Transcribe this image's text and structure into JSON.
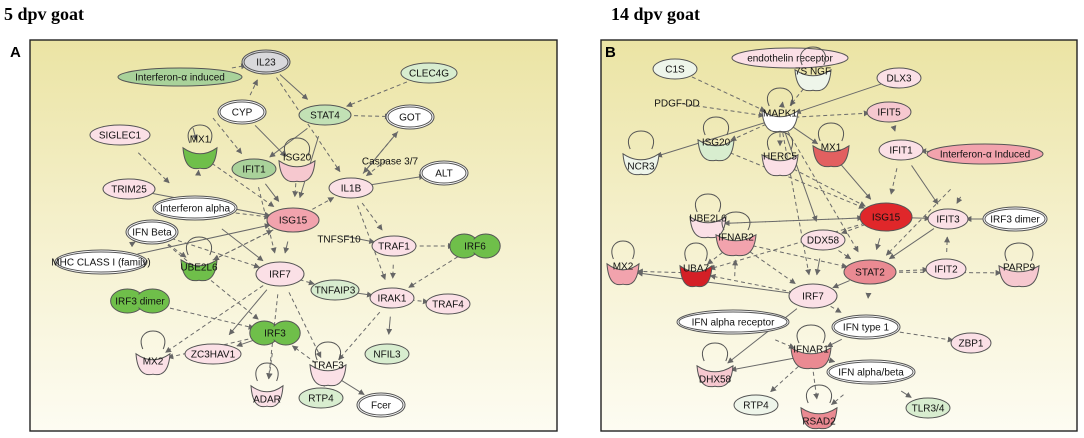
{
  "panel_a": {
    "heading": "5 dpv goat",
    "letter": "A",
    "nodes": [
      {
        "id": "ifna_ind",
        "label": "Interferon-α induced",
        "shape": "ellipse",
        "color": "#a9d29a"
      },
      {
        "id": "il23",
        "label": "IL23",
        "shape": "dellipse",
        "color": "#d9d9dc"
      },
      {
        "id": "clec4g",
        "label": "CLEC4G",
        "shape": "ellipse",
        "color": "#d8edcf"
      },
      {
        "id": "cyp",
        "label": "CYP",
        "shape": "dellipse",
        "color": "#ffffff"
      },
      {
        "id": "stat4",
        "label": "STAT4",
        "shape": "ellipse",
        "color": "#c2e1b5"
      },
      {
        "id": "got",
        "label": "GOT",
        "shape": "dellipse",
        "color": "#ffffff"
      },
      {
        "id": "siglec1",
        "label": "SIGLEC1",
        "shape": "ellipse",
        "color": "#fbe0e6"
      },
      {
        "id": "mx1",
        "label": "MX1",
        "shape": "crescent",
        "color": "#6fbf4a"
      },
      {
        "id": "ifit1",
        "label": "IFIT1",
        "shape": "ellipse",
        "color": "#a9d29a"
      },
      {
        "id": "isg20",
        "label": "ISG20",
        "shape": "crescent",
        "color": "#f6c8cf"
      },
      {
        "id": "casp37",
        "label": "Caspase 3/7",
        "shape": "none",
        "color": "#ffffff"
      },
      {
        "id": "alt",
        "label": "ALT",
        "shape": "dellipse",
        "color": "#ffffff"
      },
      {
        "id": "il1b",
        "label": "IL1B",
        "shape": "ellipse",
        "color": "#fbe0e6"
      },
      {
        "id": "trim25",
        "label": "TRIM25",
        "shape": "ellipse",
        "color": "#fbe0e6"
      },
      {
        "id": "ifn_alpha",
        "label": "Interferon alpha",
        "shape": "dellipse",
        "color": "#ffffff"
      },
      {
        "id": "isg15",
        "label": "ISG15",
        "shape": "ellipse",
        "color": "#f2a3ad"
      },
      {
        "id": "ifn_beta",
        "label": "IFN Beta",
        "shape": "dellipse",
        "color": "#ffffff"
      },
      {
        "id": "tnfsf10",
        "label": "TNFSF10",
        "shape": "none",
        "color": "#ffffff"
      },
      {
        "id": "traf1",
        "label": "TRAF1",
        "shape": "ellipse",
        "color": "#fbe0e6"
      },
      {
        "id": "irf6",
        "label": "IRF6",
        "shape": "dumbbell",
        "color": "#6fbf4a"
      },
      {
        "id": "mhc",
        "label": "MHC CLASS I (family)",
        "shape": "dellipse",
        "color": "#ffffff"
      },
      {
        "id": "ube2l6",
        "label": "UBE2L6",
        "shape": "crescent",
        "color": "#6fbf4a"
      },
      {
        "id": "irf7",
        "label": "IRF7",
        "shape": "ellipse",
        "color": "#fbe0e6"
      },
      {
        "id": "tnfaip3",
        "label": "TNFAIP3",
        "shape": "ellipse",
        "color": "#d8edcf"
      },
      {
        "id": "irak1",
        "label": "IRAK1",
        "shape": "ellipse",
        "color": "#fbe0e6"
      },
      {
        "id": "traf4",
        "label": "TRAF4",
        "shape": "ellipse",
        "color": "#fbe0e6"
      },
      {
        "id": "irf3dimer",
        "label": "IRF3 dimer",
        "shape": "dumbbell",
        "color": "#6fbf4a"
      },
      {
        "id": "irf3",
        "label": "IRF3",
        "shape": "dumbbell",
        "color": "#6fbf4a"
      },
      {
        "id": "mx2",
        "label": "MX2",
        "shape": "crescent",
        "color": "#fbe0e6"
      },
      {
        "id": "zc3hav1",
        "label": "ZC3HAV1",
        "shape": "ellipse",
        "color": "#fbe0e6"
      },
      {
        "id": "traf3",
        "label": "TRAF3",
        "shape": "crescent",
        "color": "#fbe0e6"
      },
      {
        "id": "nfil3",
        "label": "NFIL3",
        "shape": "ellipse",
        "color": "#d8edcf"
      },
      {
        "id": "adar",
        "label": "ADAR",
        "shape": "crescent",
        "color": "#fbe0e6"
      },
      {
        "id": "rtp4",
        "label": "RTP4",
        "shape": "ellipse",
        "color": "#d8edcf"
      },
      {
        "id": "fcer",
        "label": "Fcer",
        "shape": "dellipse",
        "color": "#ffffff"
      }
    ],
    "edges": [
      [
        "ifna_ind",
        "mx1"
      ],
      [
        "ifna_ind",
        "ifit1"
      ],
      [
        "ifna_ind",
        "il23"
      ],
      [
        "il23",
        "stat4"
      ],
      [
        "il23",
        "il1b"
      ],
      [
        "stat4",
        "got"
      ],
      [
        "stat4",
        "ifit1"
      ],
      [
        "clec4g",
        "stat4"
      ],
      [
        "cyp",
        "il23"
      ],
      [
        "cyp",
        "isg20"
      ],
      [
        "siglec1",
        "ifn_alpha"
      ],
      [
        "mx1",
        "isg15"
      ],
      [
        "ifit1",
        "isg15"
      ],
      [
        "isg20",
        "isg15"
      ],
      [
        "il1b",
        "got"
      ],
      [
        "il1b",
        "alt"
      ],
      [
        "il1b",
        "traf1"
      ],
      [
        "casp37",
        "il1b"
      ],
      [
        "trim25",
        "isg15"
      ],
      [
        "ifn_alpha",
        "isg15"
      ],
      [
        "ifn_alpha",
        "mx1"
      ],
      [
        "ifn_alpha",
        "irf7"
      ],
      [
        "ifn_beta",
        "irf7"
      ],
      [
        "ifn_beta",
        "irf3"
      ],
      [
        "isg15",
        "irf7"
      ],
      [
        "isg15",
        "ube2l6"
      ],
      [
        "isg15",
        "il1b"
      ],
      [
        "tnfsf10",
        "traf1"
      ],
      [
        "traf1",
        "irf6"
      ],
      [
        "traf1",
        "irak1"
      ],
      [
        "mhc",
        "isg15"
      ],
      [
        "ube2l6",
        "isg15"
      ],
      [
        "irf7",
        "mx2"
      ],
      [
        "irf7",
        "zc3hav1"
      ],
      [
        "irf7",
        "adar"
      ],
      [
        "irf7",
        "tnfaip3"
      ],
      [
        "tnfaip3",
        "irak1"
      ],
      [
        "irak1",
        "traf4"
      ],
      [
        "irak1",
        "traf3"
      ],
      [
        "irak1",
        "nfil3"
      ],
      [
        "irf3dimer",
        "irf3"
      ],
      [
        "irf3",
        "mx2"
      ],
      [
        "irf3",
        "zc3hav1"
      ],
      [
        "irf3",
        "adar"
      ],
      [
        "traf3",
        "irf3"
      ],
      [
        "traf3",
        "fcer"
      ],
      [
        "traf3",
        "rtp4"
      ],
      [
        "irf6",
        "irak1"
      ],
      [
        "ifn_beta",
        "mhc"
      ],
      [
        "il1b",
        "irak1"
      ],
      [
        "ifit1",
        "irf7"
      ],
      [
        "stat4",
        "isg15"
      ],
      [
        "ifn_beta",
        "ube2l6"
      ],
      [
        "irf7",
        "traf3"
      ],
      [
        "got",
        "il1b"
      ]
    ]
  },
  "panel_b": {
    "heading": "14 dpv goat",
    "letter": "B",
    "nodes": [
      {
        "id": "endo",
        "label": "endothelin receptor",
        "shape": "ellipse",
        "color": "#fbe0e6"
      },
      {
        "id": "c1s",
        "label": "C1S",
        "shape": "ellipse",
        "color": "#eef5ea"
      },
      {
        "id": "ngf",
        "label": "7S NGF",
        "shape": "crescent",
        "color": "#eef5ea"
      },
      {
        "id": "dlx3",
        "label": "DLX3",
        "shape": "ellipse",
        "color": "#fbe0e6"
      },
      {
        "id": "pdgf",
        "label": "PDGF-DD",
        "shape": "none",
        "color": "#ffffff"
      },
      {
        "id": "mapk1",
        "label": "MAPK1",
        "shape": "crescent",
        "color": "#ffffff"
      },
      {
        "id": "ifit5",
        "label": "IFIT5",
        "shape": "ellipse",
        "color": "#f6c8cf"
      },
      {
        "id": "ncr3",
        "label": "NCR3",
        "shape": "crescent",
        "color": "#eef5ea"
      },
      {
        "id": "isg20b",
        "label": "ISG20",
        "shape": "crescent",
        "color": "#d8edcf"
      },
      {
        "id": "herc5",
        "label": "HERC5",
        "shape": "crescent",
        "color": "#fbe0e6"
      },
      {
        "id": "mx1b",
        "label": "MX1",
        "shape": "crescent",
        "color": "#e26060"
      },
      {
        "id": "ifna_indb",
        "label": "Interferon-α Induced",
        "shape": "ellipse",
        "color": "#f2a3ad"
      },
      {
        "id": "ifit1b",
        "label": "IFIT1",
        "shape": "ellipse",
        "color": "#fbe0e6"
      },
      {
        "id": "isg15b",
        "label": "ISG15",
        "shape": "ellipse",
        "color": "#e0272a"
      },
      {
        "id": "ube2l6b",
        "label": "UBE2L6",
        "shape": "crescent",
        "color": "#fbe0e6"
      },
      {
        "id": "ifit3",
        "label": "IFIT3",
        "shape": "ellipse",
        "color": "#fbe0e6"
      },
      {
        "id": "irf3dimb",
        "label": "IRF3 dimer",
        "shape": "dellipse",
        "color": "#ffffff"
      },
      {
        "id": "ifnar2",
        "label": "IFNAR2",
        "shape": "crescent",
        "color": "#f2a3ad"
      },
      {
        "id": "ddx58",
        "label": "DDX58",
        "shape": "ellipse",
        "color": "#fbe0e6"
      },
      {
        "id": "mx2b",
        "label": "MX2",
        "shape": "crescent",
        "color": "#f2a3ad"
      },
      {
        "id": "uba7",
        "label": "UBA7",
        "shape": "crescent",
        "color": "#d41f26"
      },
      {
        "id": "stat2",
        "label": "STAT2",
        "shape": "ellipse",
        "color": "#ea8a92"
      },
      {
        "id": "ifit2",
        "label": "IFIT2",
        "shape": "ellipse",
        "color": "#fbe0e6"
      },
      {
        "id": "parp9",
        "label": "PARP9",
        "shape": "crescent",
        "color": "#f6c8cf"
      },
      {
        "id": "irf7b",
        "label": "IRF7",
        "shape": "ellipse",
        "color": "#fbe0e6"
      },
      {
        "id": "ifnar",
        "label": "IFN alpha receptor",
        "shape": "dellipse",
        "color": "#ffffff"
      },
      {
        "id": "ifntype",
        "label": "IFN type 1",
        "shape": "dellipse",
        "color": "#ffffff"
      },
      {
        "id": "ifnar1",
        "label": "IFNAR1",
        "shape": "crescent",
        "color": "#ea8a92"
      },
      {
        "id": "zbp1",
        "label": "ZBP1",
        "shape": "ellipse",
        "color": "#fbe0e6"
      },
      {
        "id": "dhx58",
        "label": "DHX58",
        "shape": "crescent",
        "color": "#f6c8cf"
      },
      {
        "id": "ifnab",
        "label": "IFN alpha/beta",
        "shape": "dellipse",
        "color": "#ffffff"
      },
      {
        "id": "rtp4b",
        "label": "RTP4",
        "shape": "ellipse",
        "color": "#eef5ea"
      },
      {
        "id": "rsad2",
        "label": "RSAD2",
        "shape": "crescent",
        "color": "#ea8a92"
      },
      {
        "id": "tlr34",
        "label": "TLR3/4",
        "shape": "ellipse",
        "color": "#d8edcf"
      }
    ],
    "edges": [
      [
        "endo",
        "mapk1"
      ],
      [
        "c1s",
        "mapk1"
      ],
      [
        "ngf",
        "mapk1"
      ],
      [
        "dlx3",
        "mapk1"
      ],
      [
        "pdgf",
        "mapk1"
      ],
      [
        "mapk1",
        "ifit5"
      ],
      [
        "mapk1",
        "ncr3"
      ],
      [
        "mapk1",
        "isg20b"
      ],
      [
        "mapk1",
        "herc5"
      ],
      [
        "mapk1",
        "ddx58"
      ],
      [
        "mapk1",
        "stat2"
      ],
      [
        "mapk1",
        "irf7b"
      ],
      [
        "mapk1",
        "mx1b"
      ],
      [
        "isg20b",
        "isg15b"
      ],
      [
        "herc5",
        "isg15b"
      ],
      [
        "mx1b",
        "isg15b"
      ],
      [
        "ifit1b",
        "isg15b"
      ],
      [
        "ifna_indb",
        "ifit1b"
      ],
      [
        "ifna_indb",
        "ifit3"
      ],
      [
        "ifna_indb",
        "stat2"
      ],
      [
        "ifit5",
        "ifit1b"
      ],
      [
        "isg15b",
        "ifit3"
      ],
      [
        "isg15b",
        "ube2l6b"
      ],
      [
        "isg15b",
        "ddx58"
      ],
      [
        "isg15b",
        "stat2"
      ],
      [
        "isg15b",
        "uba7"
      ],
      [
        "ube2l6b",
        "isg15b"
      ],
      [
        "irf3dimb",
        "ifit3"
      ],
      [
        "ifnar2",
        "stat2"
      ],
      [
        "ifnar2",
        "irf7b"
      ],
      [
        "ddx58",
        "irf7b"
      ],
      [
        "ddx58",
        "stat2"
      ],
      [
        "stat2",
        "ifit2"
      ],
      [
        "stat2",
        "irf7b"
      ],
      [
        "stat2",
        "parp9"
      ],
      [
        "ifit2",
        "ifit3"
      ],
      [
        "irf7b",
        "mx2b"
      ],
      [
        "irf7b",
        "uba7"
      ],
      [
        "irf7b",
        "ifntype"
      ],
      [
        "irf7b",
        "dhx58"
      ],
      [
        "ifnar",
        "ifnar1"
      ],
      [
        "ifnar",
        "ifnar2"
      ],
      [
        "ifntype",
        "ifnar1"
      ],
      [
        "ifntype",
        "zbp1"
      ],
      [
        "ifnar1",
        "rsad2"
      ],
      [
        "ifnar1",
        "dhx58"
      ],
      [
        "ifnar1",
        "ifnab"
      ],
      [
        "ifnab",
        "rsad2"
      ],
      [
        "ifnab",
        "tlr34"
      ],
      [
        "ifnar1",
        "rtp4b"
      ],
      [
        "uba7",
        "mx2b"
      ],
      [
        "ifit3",
        "stat2"
      ],
      [
        "stat2",
        "ifntype"
      ],
      [
        "ifnar2",
        "uba7"
      ],
      [
        "ifit1b",
        "ifit3"
      ]
    ]
  }
}
